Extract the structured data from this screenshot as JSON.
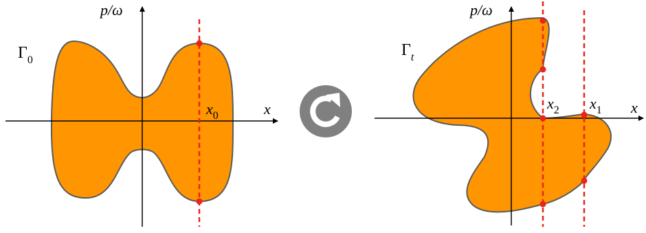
{
  "colors": {
    "region_fill": "#FF9500",
    "region_stroke": "#5a5a5a",
    "axis": "#000000",
    "marker": "#E8241B",
    "rotate_icon_bg": "#808080",
    "rotate_icon_fg": "#ffffff"
  },
  "left_panel": {
    "y_axis_label": "p/ω",
    "x_axis_label": "x",
    "region_label_main": "Γ",
    "region_label_sub": "0",
    "point_label_main": "x",
    "point_label_sub": "0"
  },
  "center": {
    "icon": "rotate-clockwise-icon"
  },
  "right_panel": {
    "y_axis_label": "p/ω",
    "x_axis_label": "x",
    "region_label_main": "Γ",
    "region_label_sub": "t",
    "point1_label_main": "x",
    "point1_label_sub": "1",
    "point2_label_main": "x",
    "point2_label_sub": "2"
  }
}
